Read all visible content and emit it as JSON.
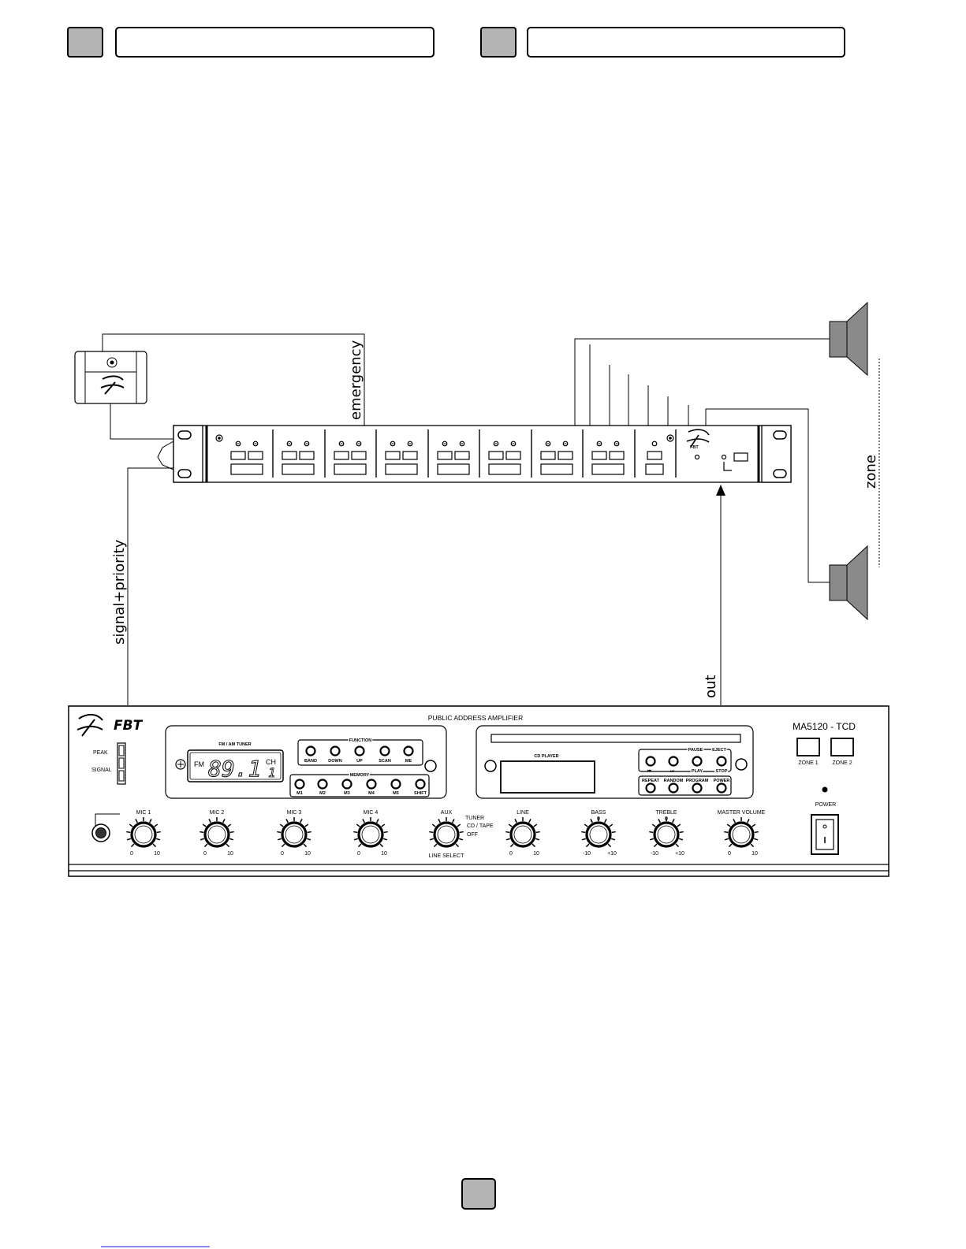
{
  "header": {
    "left_title": "",
    "right_title": ""
  },
  "cables": {
    "emergency": "emergency",
    "signal_priority": "signal+priority",
    "out": "out",
    "zone": "zone"
  },
  "amplifier": {
    "brand": "FBT",
    "title": "PUBLIC ADDRESS AMPLIFIER",
    "model": "MA5120 - TCD",
    "peak": "PEAK",
    "signal": "SIGNAL",
    "tuner": {
      "title": "FM / AM TUNER",
      "band": "FM",
      "freq": "89.1",
      "ch_label": "CH",
      "ch_value": "1",
      "function_label": "FUNCTION",
      "function_buttons": [
        "BAND",
        "DOWN",
        "UP",
        "SCAN",
        "ME"
      ],
      "memory_label": "MEMORY",
      "memory_buttons": [
        "M1",
        "M2",
        "M3",
        "M4",
        "M5",
        "SHIFT"
      ]
    },
    "cd": {
      "title": "CD PLAYER",
      "top_labels": [
        "PAUSE",
        "EJECT"
      ],
      "transport_labels": [
        "PLAY",
        "STOP"
      ],
      "bottom_buttons": [
        "REPEAT",
        "RANDOM",
        "PROGRAM",
        "POWER"
      ]
    },
    "zone_buttons": [
      "ZONE 1",
      "ZONE 2"
    ],
    "power": "POWER",
    "knobs": [
      {
        "label": "MIC 1",
        "min": "0",
        "max": "10"
      },
      {
        "label": "MIC 2",
        "min": "0",
        "max": "10"
      },
      {
        "label": "MIC 3",
        "min": "0",
        "max": "10"
      },
      {
        "label": "MIC 4",
        "min": "0",
        "max": "10"
      },
      {
        "label": "AUX",
        "min": "",
        "max": ""
      },
      {
        "label": "LINE",
        "min": "0",
        "max": "10"
      },
      {
        "label": "BASS",
        "min": "-10",
        "max": "+10"
      },
      {
        "label": "TREBLE",
        "min": "-10",
        "max": "+10"
      },
      {
        "label": "MASTER VOLUME",
        "min": "0",
        "max": "10"
      }
    ],
    "selector": {
      "label": "LINE SELECT",
      "options": [
        "TUNER",
        "CD / TAPE",
        "OFF"
      ]
    },
    "bass_treble_center": "0"
  },
  "colors": {
    "tab_grey": "#b4b4b4",
    "line": "#000000",
    "speaker": "#8a8a8a"
  }
}
